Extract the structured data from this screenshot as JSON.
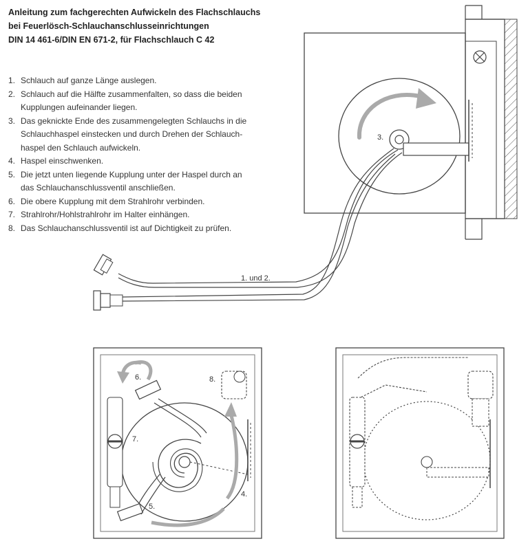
{
  "title_lines": [
    "Anleitung zum fachgerechten Aufwickeln des Flachschlauchs",
    "bei Feuerlösch-Schlauchanschlusseinrichtungen",
    "DIN 14 461-6/DIN EN 671-2, für Flachschlauch C 42"
  ],
  "steps": [
    {
      "num": "1.",
      "lines": [
        "Schlauch auf ganze Länge auslegen."
      ]
    },
    {
      "num": "2.",
      "lines": [
        "Schlauch auf die Hälfte zusammenfalten, so dass die beiden",
        "Kupplungen aufeinander liegen."
      ]
    },
    {
      "num": "3.",
      "lines": [
        "Das geknickte Ende des zusammengelegten Schlauchs in die",
        "Schlauchhaspel einstecken und durch Drehen der Schlauch-",
        "haspel den Schlauch aufwickeln."
      ]
    },
    {
      "num": "4.",
      "lines": [
        "Haspel einschwenken."
      ]
    },
    {
      "num": "5.",
      "lines": [
        "Die jetzt unten liegende Kupplung unter der Haspel durch an",
        "das Schlauchanschlussventil anschließen."
      ]
    },
    {
      "num": "6.",
      "lines": [
        "Die obere Kupplung mit dem Strahlrohr verbinden."
      ]
    },
    {
      "num": "7.",
      "lines": [
        "Strahlrohr/Hohlstrahlrohr im Halter einhängen."
      ]
    },
    {
      "num": "8.",
      "lines": [
        "Das Schlauchanschlussventil ist auf Dichtigkeit zu prüfen."
      ]
    }
  ],
  "diagram_labels": {
    "top_step3": "3.",
    "top_step12": "1. und 2.",
    "left_step6": "6.",
    "left_step8": "8.",
    "left_step7": "7.",
    "left_step4": "4.",
    "left_step5": "5."
  }
}
